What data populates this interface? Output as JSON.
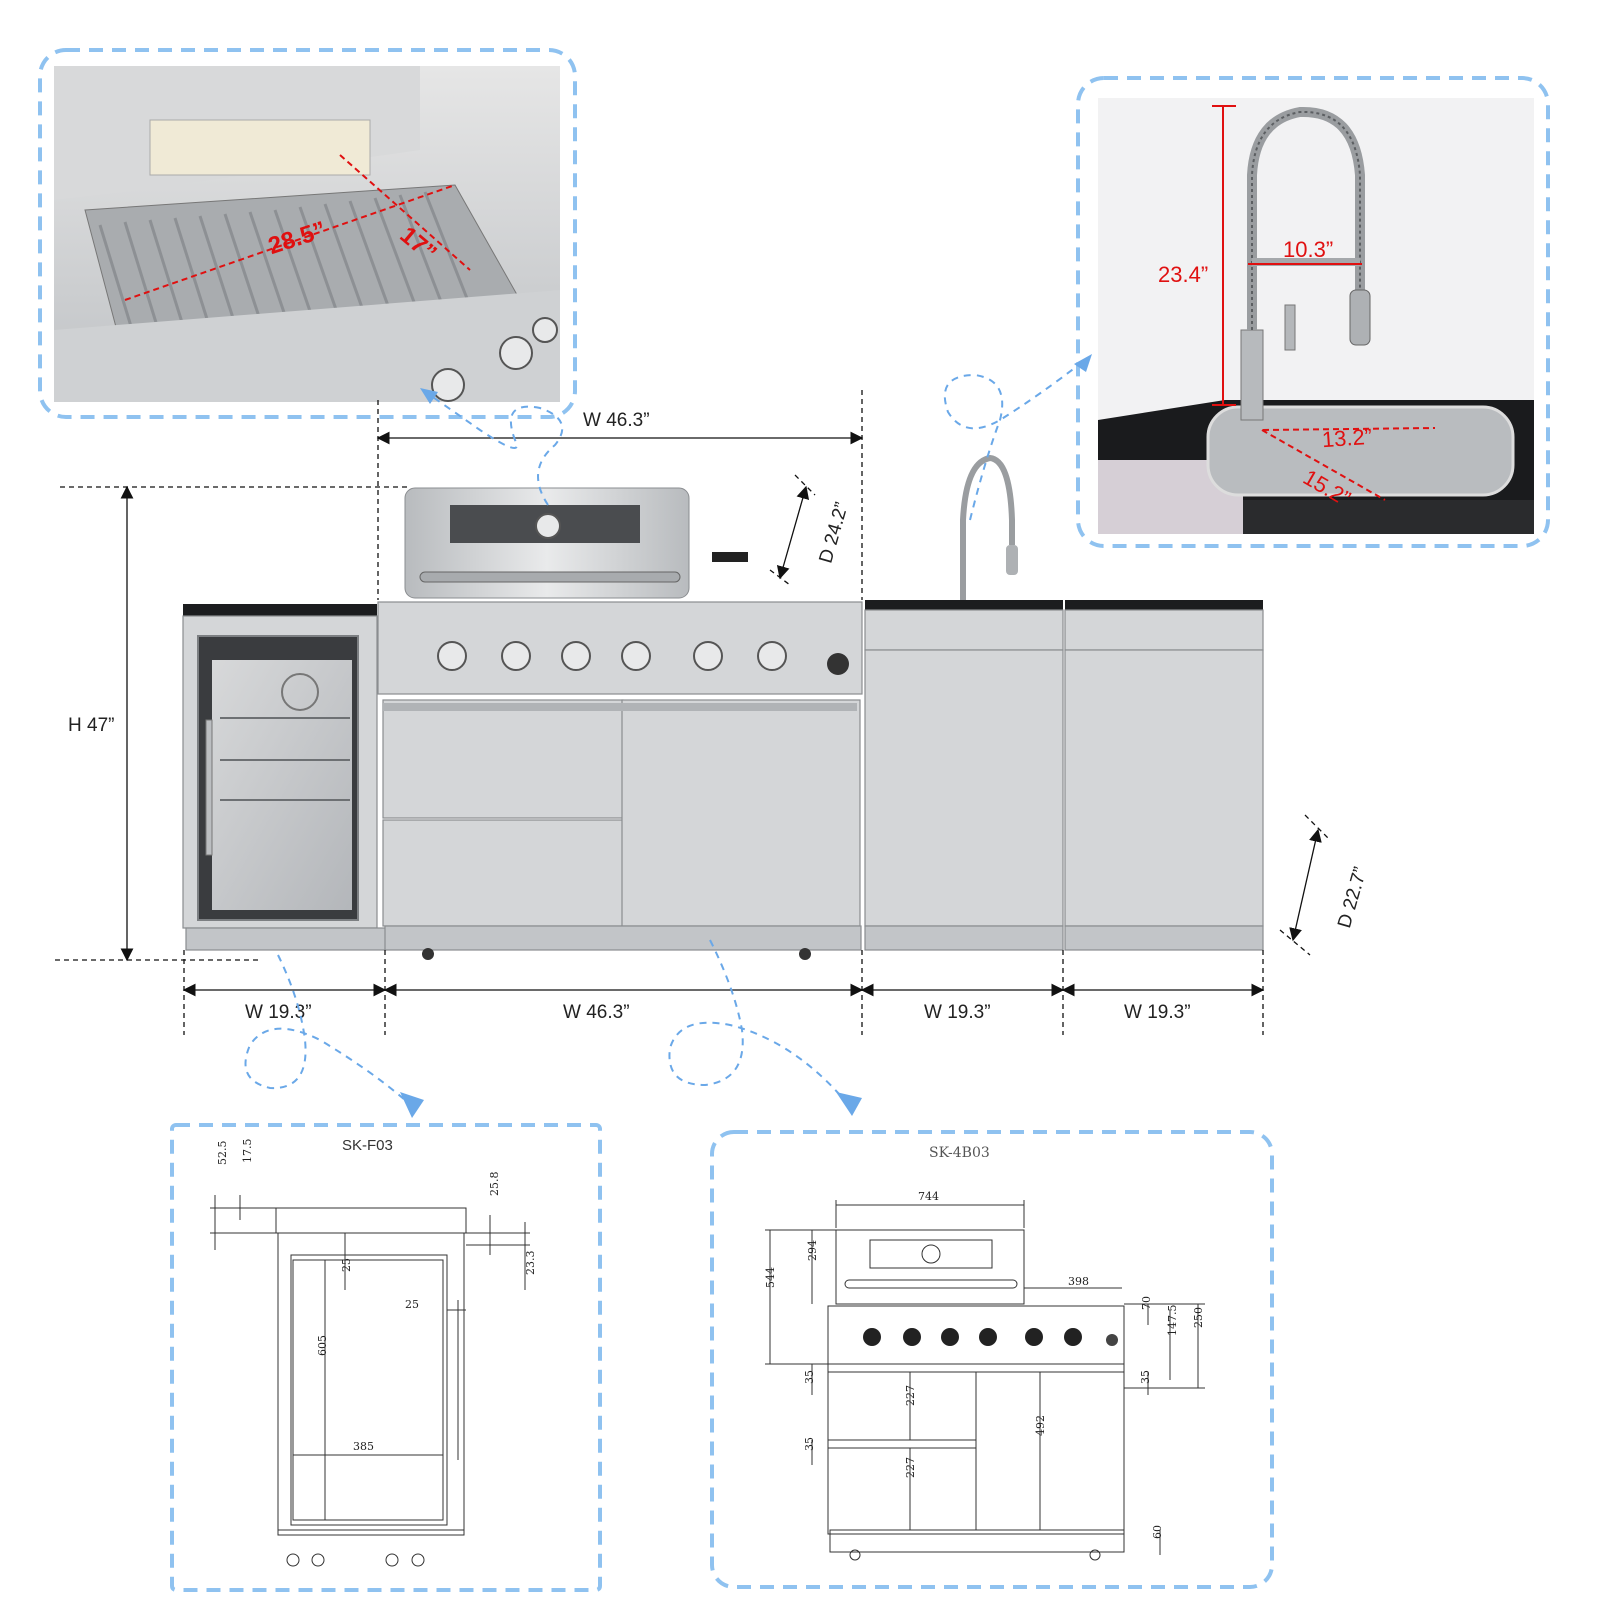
{
  "grill_inset": {
    "width_label": "28.5”",
    "depth_label": "17”"
  },
  "faucet_inset": {
    "height_label": "23.4”",
    "reach_label": "10.3”",
    "sink_width_label": "13.2”",
    "sink_depth_label": "15.2”"
  },
  "main": {
    "top_width": "W 46.3”",
    "height": "H 47”",
    "grill_depth": "D 24.2”",
    "cabinet_depth": "D 22.7”",
    "widths": [
      "W 19.3”",
      "W 46.3”",
      "W 19.3”",
      "W 19.3”"
    ]
  },
  "fridge_drawing": {
    "model": "SK-F03",
    "dims": [
      "52.5",
      "17.5",
      "25.8",
      "23.3",
      "25",
      "25",
      "605",
      "385"
    ]
  },
  "grill_drawing": {
    "model": "SK-4B03",
    "dims": [
      "744",
      "294",
      "544",
      "398",
      "70",
      "147.5",
      "250",
      "35",
      "35",
      "227",
      "492",
      "35",
      "227",
      "60"
    ]
  },
  "colors": {
    "accent_blue": "#8fc2f0",
    "dimension_red": "#e01010",
    "steel": "#d4d6d8"
  }
}
